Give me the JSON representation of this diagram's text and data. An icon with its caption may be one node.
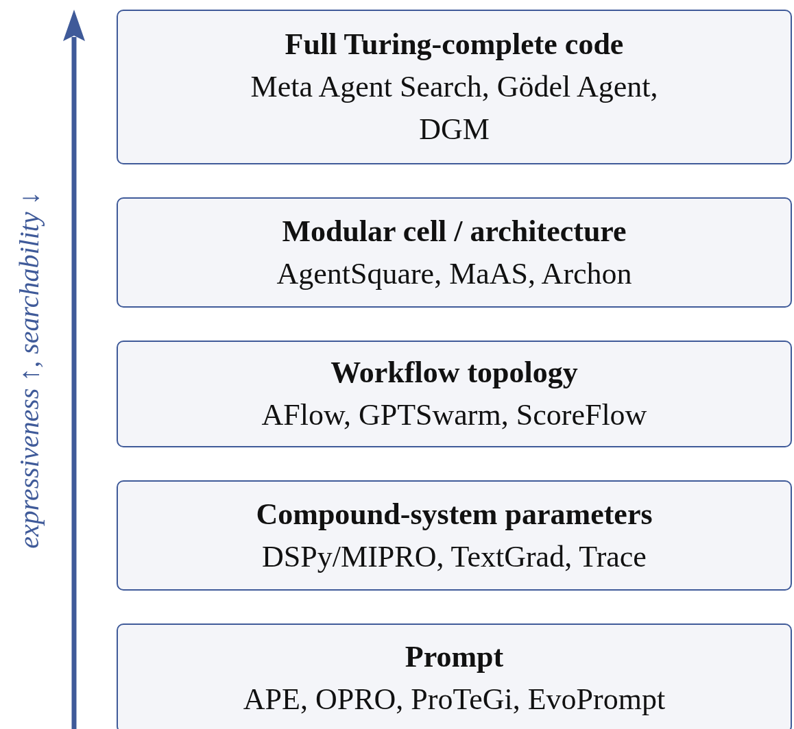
{
  "diagram": {
    "nodes": [
      {
        "text": [
          "Full Turing-complete code",
          "Meta Agent Search, Gödel Agent, DGM"
        ]
      },
      {
        "text": [
          "Modular cell / architecture",
          "AgentSquare, MaAS, Archon"
        ]
      },
      {
        "text": [
          "Workflow topology",
          "AFlow, GPTSwarm, ScoreFlow"
        ]
      },
      {
        "text": [
          "Compound-system parameters",
          "DSPy/MIPRO, TextGrad, Trace"
        ]
      },
      {
        "text": [
          "Prompt",
          "APE, OPRO, ProTeGi, EvoPrompt"
        ]
      }
    ],
    "edges": [],
    "labels": [
      "expressiveness ↑, searchability ↓"
    ]
  }
}
